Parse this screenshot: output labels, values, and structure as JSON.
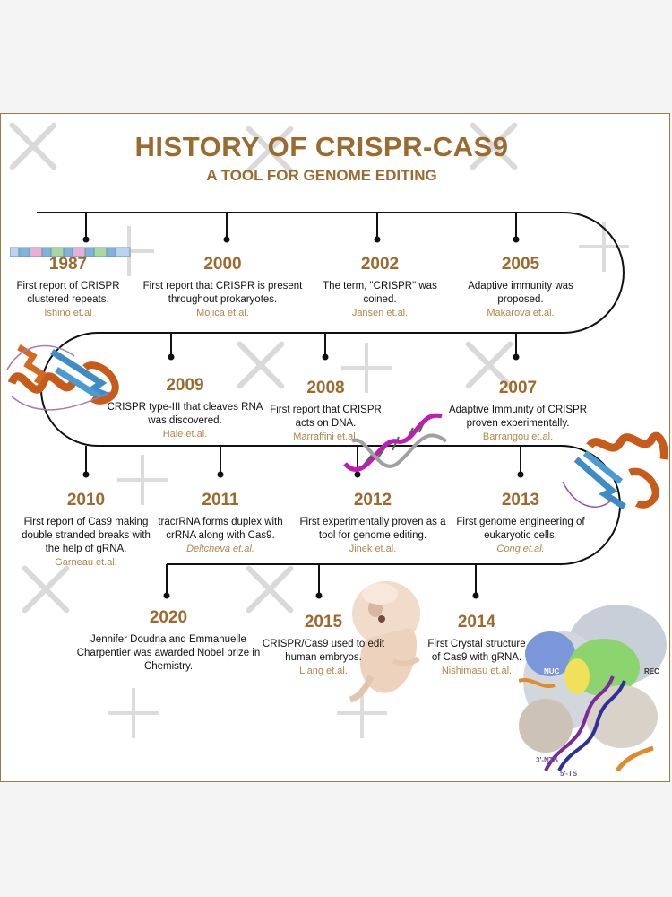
{
  "header": {
    "title": "HISTORY OF CRISPR-CAS9",
    "subtitle": "A TOOL FOR GENOME EDITING"
  },
  "events": [
    {
      "year": "1987",
      "desc": "First report of CRISPR clustered repeats.",
      "author": "Ishino et.al"
    },
    {
      "year": "2000",
      "desc": "First report that CRISPR is present throughout prokaryotes.",
      "author": "Mojica et.al."
    },
    {
      "year": "2002",
      "desc": "The term, \"CRISPR\" was coined.",
      "author": "Jansen et.al."
    },
    {
      "year": "2005",
      "desc": "Adaptive immunity was proposed.",
      "author": "Makarova et.al."
    },
    {
      "year": "2009",
      "desc": "CRISPR type-III that cleaves RNA was discovered.",
      "author": "Hale et.al."
    },
    {
      "year": "2008",
      "desc": "First report that CRISPR acts on DNA.",
      "author": "Marraffini et.al."
    },
    {
      "year": "2007",
      "desc": "Adaptive Immunity of CRISPR proven experimentally.",
      "author": "Barrangou et.al."
    },
    {
      "year": "2010",
      "desc": "First report of Cas9 making double stranded breaks with the help of gRNA.",
      "author": "Garneau et.al."
    },
    {
      "year": "2011",
      "desc": "tracrRNA forms duplex with crRNA along with Cas9.",
      "author": "Deltcheva et.al."
    },
    {
      "year": "2012",
      "desc": "First experimentally proven as a tool for genome editing.",
      "author": "Jinek et.al."
    },
    {
      "year": "2013",
      "desc": "First genome engineering of eukaryotic cells.",
      "author": "Cong et.al."
    },
    {
      "year": "2020",
      "desc": "Jennifer Doudna and Emmanuelle Charpentier was awarded Nobel prize in Chemistry.",
      "author": ""
    },
    {
      "year": "2015",
      "desc": "CRISPR/Cas9 used to edit human embryos.",
      "author": "Liang et.al."
    },
    {
      "year": "2014",
      "desc": "First Crystal structure of Cas9 with gRNA.",
      "author": "Nishimasu et.al."
    }
  ],
  "structure_labels": {
    "nuc": "NUC",
    "rec": "REC",
    "nts": "3'-NTS",
    "ts": "5'-TS"
  },
  "colors": {
    "accent": "#9b6a2f",
    "author": "#b0864a",
    "line": "#111111"
  }
}
